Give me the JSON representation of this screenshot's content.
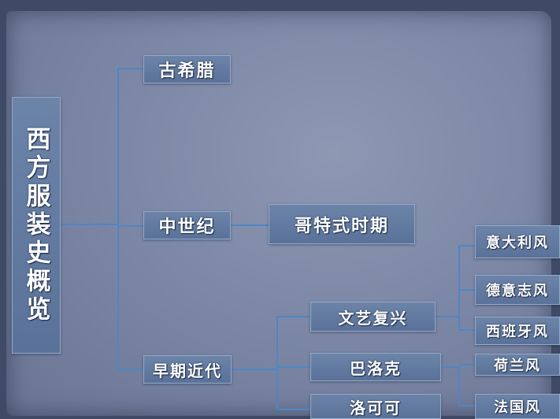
{
  "root": "西方服装史概览",
  "level1": [
    "古希腊",
    "中世纪",
    "早期近代"
  ],
  "gothic": "哥特式时期",
  "early_modern": [
    "文艺复兴",
    "巴洛克",
    "洛可可"
  ],
  "renaissance_styles": [
    "意大利风",
    "德意志风",
    "西班牙风"
  ],
  "baroque_styles": [
    "荷兰风",
    "法国风"
  ]
}
